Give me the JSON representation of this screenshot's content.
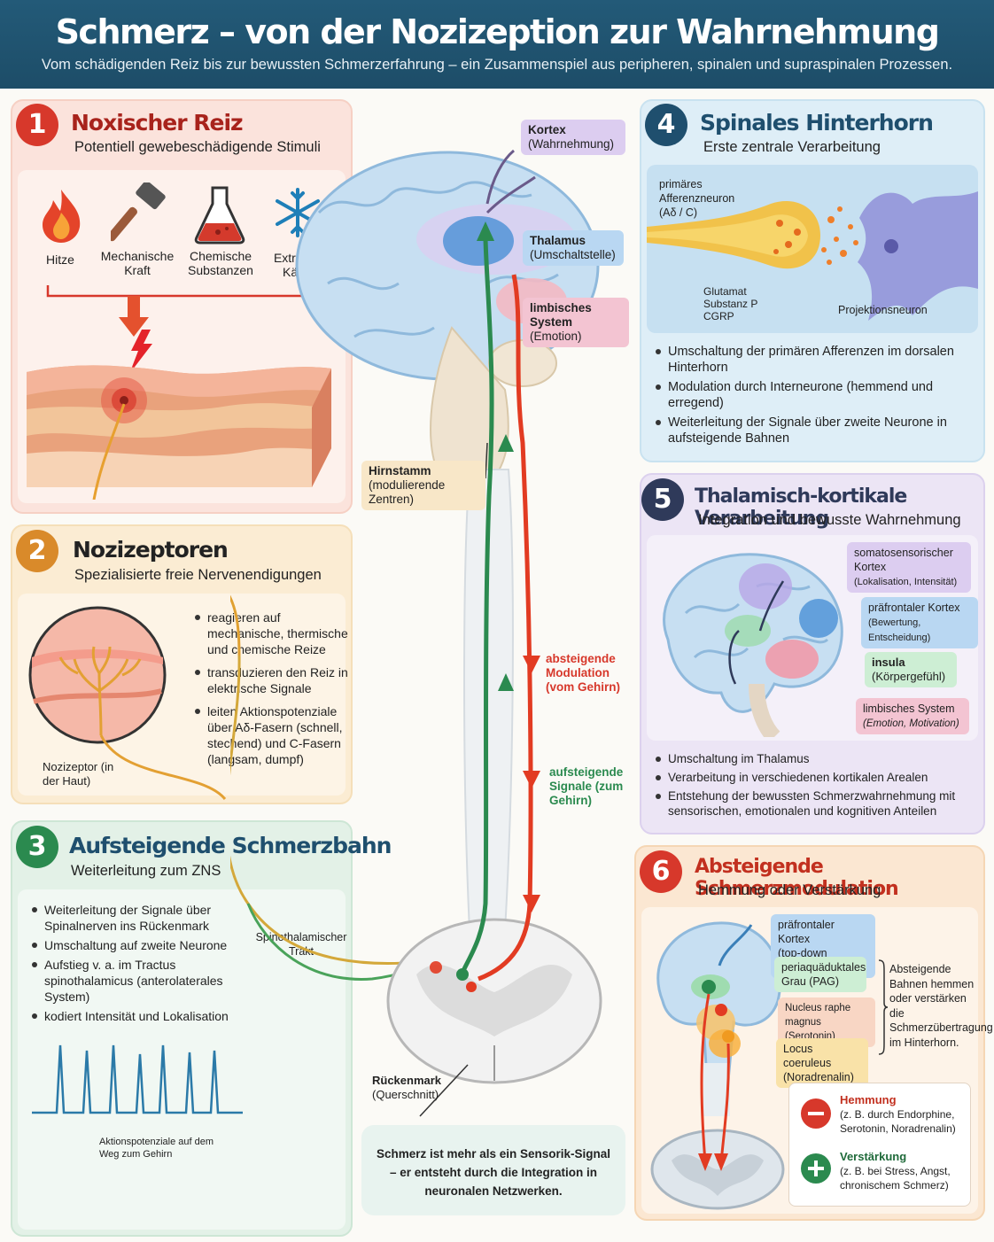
{
  "header": {
    "title": "Schmerz – von der Nozizeption zur Wahrnehmung",
    "subtitle": "Vom schädigenden Reiz bis zur bewussten Schmerzerfahrung – ein Zusammenspiel aus peripheren, spinalen und supraspinalen Prozessen."
  },
  "p1": {
    "num": "1",
    "title": "Noxischer Reiz",
    "subtitle": "Potentiell gewebeschädigende Stimuli",
    "stimuli": [
      "Hitze",
      "Mechanische Kraft",
      "Chemische Substanzen",
      "Extreme Kälte"
    ]
  },
  "p2": {
    "num": "2",
    "title": "Nozizeptoren",
    "subtitle": "Spezialisierte freie Nervenendigungen",
    "bullets": [
      "reagieren auf mechanische, thermische und chemische Reize",
      "transduzieren den Reiz in elektrische Signale",
      "leiten Aktionspotenziale über Aδ-Fasern (schnell, stechend) und C-Fasern (langsam, dumpf)"
    ],
    "label": "Nozizeptor (in der Haut)"
  },
  "p3": {
    "num": "3",
    "title": "Aufsteigende Schmerzbahn",
    "subtitle": "Weiterleitung zum ZNS",
    "bullets": [
      "Weiterleitung der Signale über Spinalnerven ins Rückenmark",
      "Umschaltung auf zweite Neurone",
      "Aufstieg v. a. im Tractus spinothalamicus (anterolaterales System)",
      "kodiert Intensität und Lokalisation"
    ],
    "tract_label": "Spinothalamischer Trakt",
    "ap_label": "Aktionspotenziale auf dem Weg zum Gehirn"
  },
  "center": {
    "kortex": "Kortex",
    "kortex_sub": "(Wahrnehmung)",
    "thalamus": "Thalamus",
    "thalamus_sub": "(Umschaltstelle)",
    "limbic": "limbisches System",
    "limbic_sub": "(Emotion)",
    "brainstem": "Hirnstamm",
    "brainstem_sub": "(modulierende Zentren)",
    "descending": "absteigende Modulation (vom Gehirn)",
    "ascending": "aufsteigende Signale (zum Gehirn)",
    "spinal": "Rückenmark",
    "spinal_sub": "(Querschnitt)",
    "note": "Schmerz ist mehr als ein Sensorik-Signal – er entsteht durch die Integration in neuronalen Netzwerken."
  },
  "p4": {
    "num": "4",
    "title": "Spinales Hinterhorn",
    "subtitle": "Erste zentrale Verarbeitung",
    "neuron1": "primäres Afferenzneuron (Aδ / C)",
    "transmitters": "Glutamat Substanz P CGRP",
    "neuron2": "Projektionsneuron",
    "bullets": [
      "Umschaltung der primären Afferenzen im dorsalen Hinterhorn",
      "Modulation durch Interneurone (hemmend und erregend)",
      "Weiterleitung der Signale über zweite Neurone in aufsteigende Bahnen"
    ]
  },
  "p5": {
    "num": "5",
    "title": "Thalamisch-kortikale Verarbeitung",
    "subtitle": "Integration und bewusste Wahrnehmung",
    "tags": [
      {
        "t": "somatosensorischer Kortex",
        "s": "(Lokalisation, Intensität)"
      },
      {
        "t": "präfrontaler Kortex",
        "s": "(Bewertung, Entscheidung)"
      },
      {
        "t": "insula",
        "s": "(Körpergefühl)"
      },
      {
        "t": "limbisches System",
        "s": "(Emotion, Motivation)"
      }
    ],
    "bullets": [
      "Umschaltung im Thalamus",
      "Verarbeitung in verschiedenen kortikalen Arealen",
      "Entstehung der bewussten Schmerzwahrnehmung mit sensorischen, emotionalen und kognitiven Anteilen"
    ]
  },
  "p6": {
    "num": "6",
    "title": "Absteigende Schmerzmodulation",
    "subtitle": "Hemmung oder Verstärkung",
    "tags": [
      {
        "t": "präfrontaler Kortex",
        "s": "(top-down Kontrolle)"
      },
      {
        "t": "periaquäduktales Grau (PAG)",
        "s": ""
      },
      {
        "t": "Nucleus raphe magnus",
        "s": "(Serotonin)"
      },
      {
        "t": "Locus coeruleus",
        "s": "(Noradrenalin)"
      }
    ],
    "side_note": "Absteigende Bahnen hemmen oder verstärken die Schmerzübertragung im Hinterhorn.",
    "inhibit": "Hemmung",
    "inhibit_sub": "(z. B. durch Endorphine, Serotonin, Noradrenalin)",
    "amplify": "Verstärkung",
    "amplify_sub": "(z. B. bei Stress, Angst, chronischem Schmerz)"
  },
  "colors": {
    "red": "#d7382b",
    "orange": "#d98a2a",
    "green": "#2b8a4f",
    "blue": "#1f4f6e",
    "purple": "#2f3a5a"
  }
}
